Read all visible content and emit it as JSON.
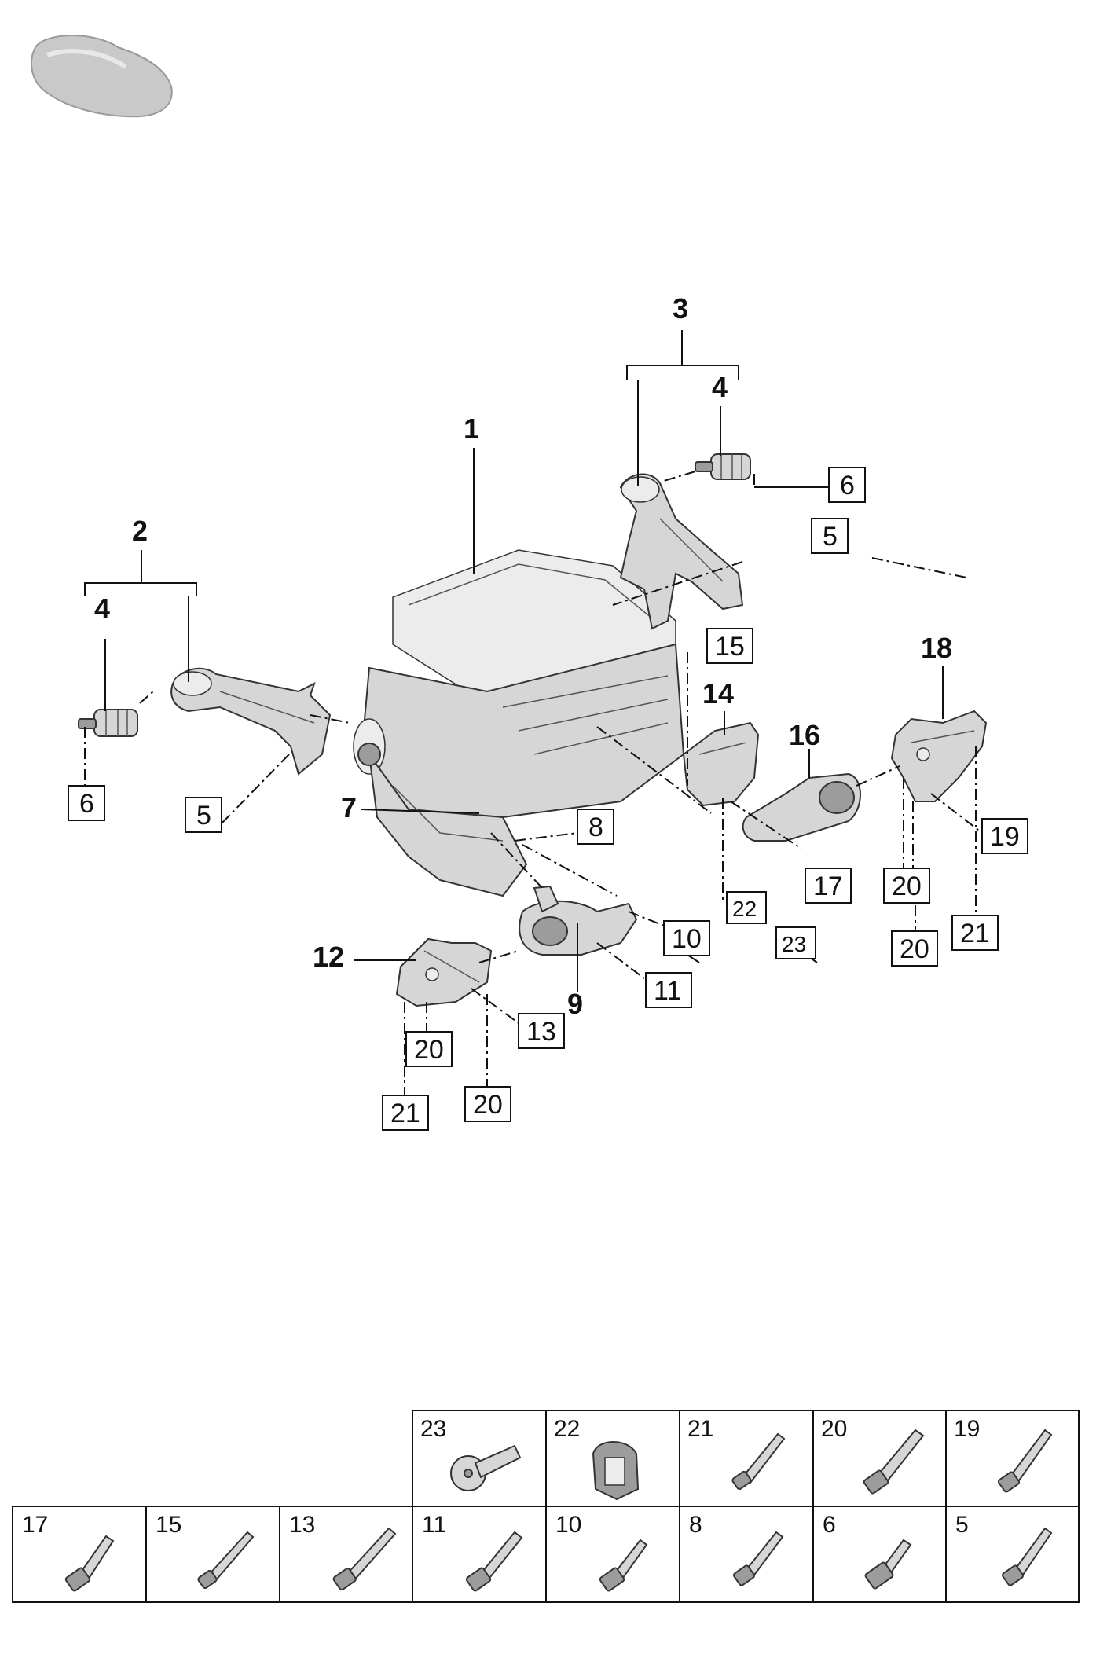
{
  "callouts": {
    "c1": "1",
    "c2": "2",
    "c3": "3",
    "c4a": "4",
    "c4b": "4",
    "c5a": "5",
    "c5b": "5",
    "c6a": "6",
    "c6b": "6",
    "c7": "7",
    "c8": "8",
    "c9": "9",
    "c10": "10",
    "c11": "11",
    "c12": "12",
    "c13": "13",
    "c14": "14",
    "c15": "15",
    "c16": "16",
    "c17": "17",
    "c18": "18",
    "c19": "19",
    "c20a": "20",
    "c20b": "20",
    "c20c": "20",
    "c20d": "20",
    "c21a": "21",
    "c21b": "21",
    "c22": "22",
    "c23": "23"
  },
  "fastener_table": {
    "top_row": [
      "23",
      "22",
      "21",
      "20",
      "19"
    ],
    "bottom_row": [
      "17",
      "15",
      "13",
      "11",
      "10",
      "8",
      "6",
      "5"
    ]
  },
  "icons": [
    "car-silhouette-icon",
    "bolt-icon",
    "clip-icon",
    "screw-icon"
  ]
}
